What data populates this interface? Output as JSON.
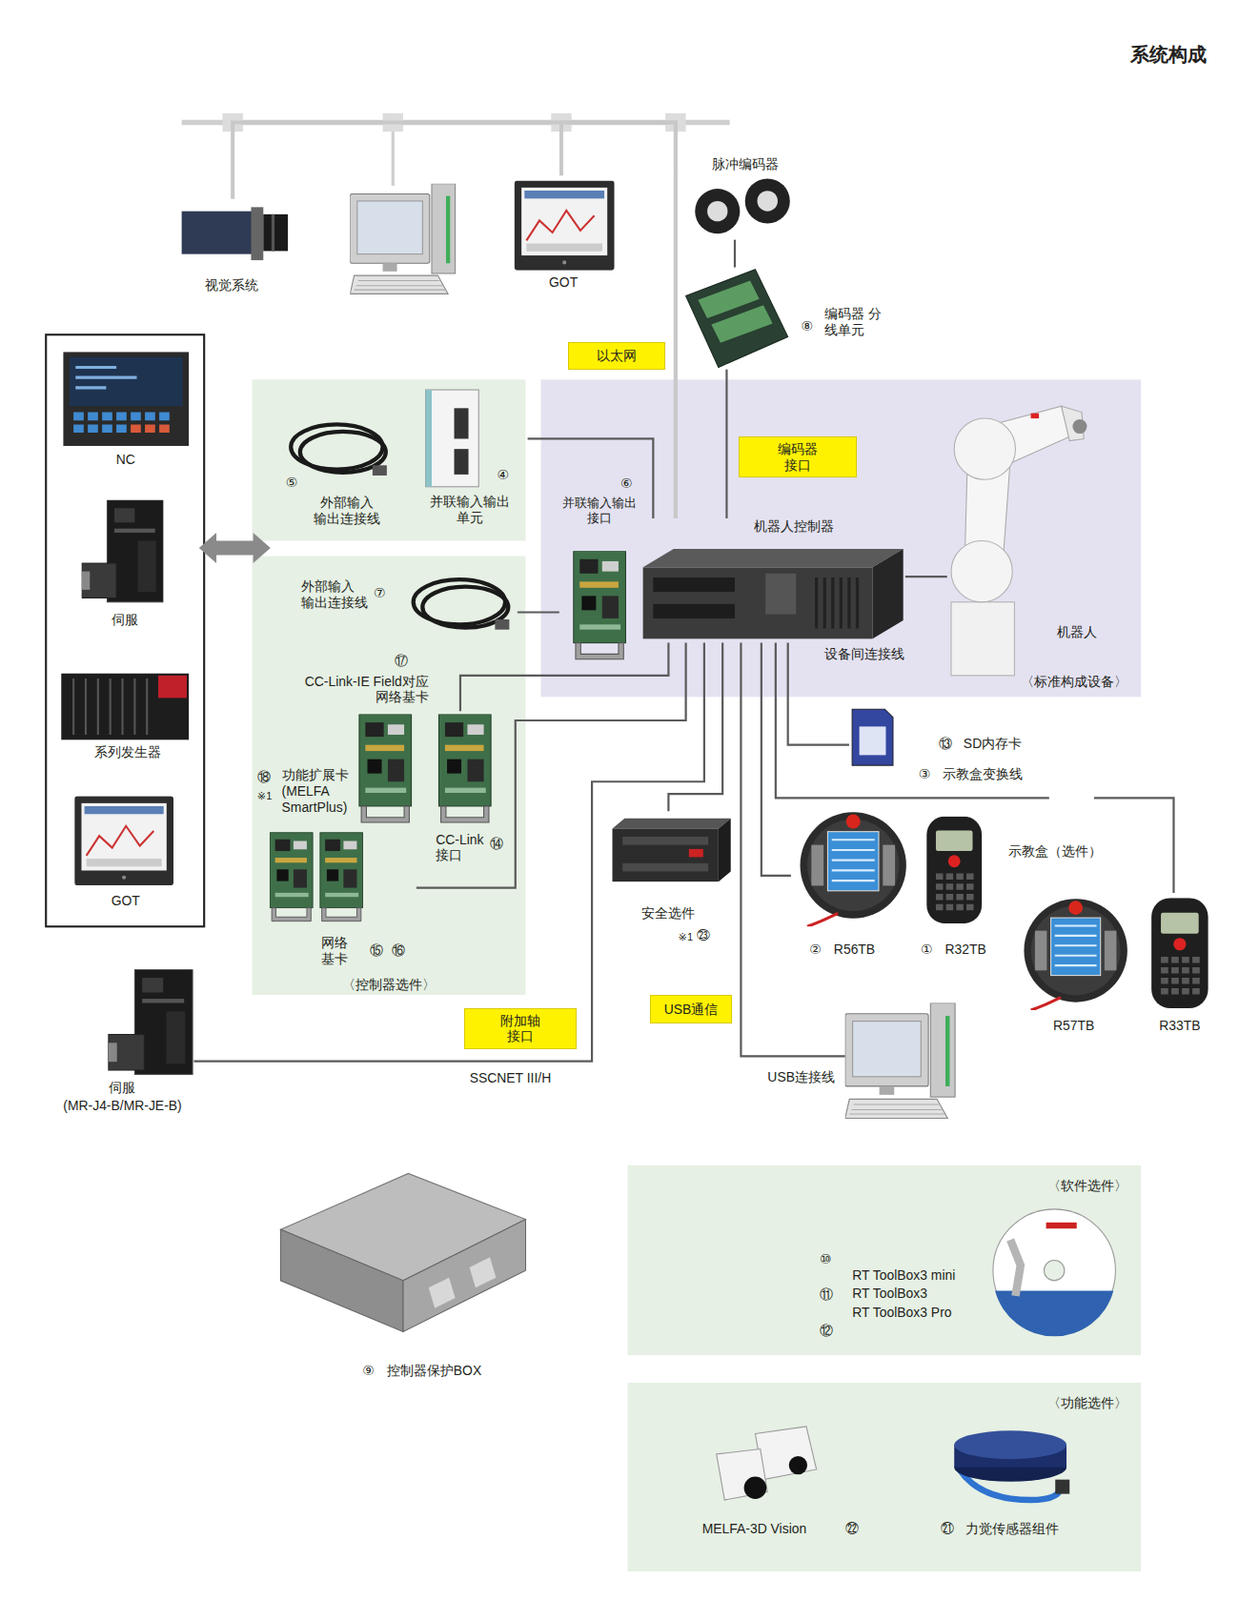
{
  "diagram": {
    "title": "系统构成",
    "nodes": [
      {
        "text": [
          "视觉系统"
        ]
      },
      {
        "text": [
          "GOT"
        ]
      },
      {
        "text": [
          "脉冲编码器"
        ]
      },
      {
        "text": [
          "⑧",
          "编码器 分线单元"
        ]
      },
      {
        "text": [
          "〈标准构成设备〉"
        ]
      },
      {
        "text": [
          "机器人控制器",
          "设备间连接线"
        ],
        "in": 4
      },
      {
        "text": [
          "机器人"
        ],
        "in": 4
      },
      {
        "text": [
          "⑥",
          "并联输入输出 接口"
        ],
        "in": 4
      },
      {
        "text": [
          "④",
          "并联输入输出 单元"
        ]
      },
      {
        "text": [
          "⑤",
          "外部输入 输出连接线"
        ]
      },
      {
        "text": [
          "〈控制器选件〉"
        ]
      },
      {
        "text": [
          "⑦",
          "外部输入 输出连接线"
        ],
        "in": 10
      },
      {
        "text": [
          "⑰",
          "CC-Link-IE Field对应 网络基卡"
        ],
        "in": 10
      },
      {
        "text": [
          "⑭",
          "CC-Link 接口"
        ],
        "in": 10
      },
      {
        "text": [
          "⑱",
          "※1",
          "功能扩展卡 (MELFA SmartPlus)"
        ],
        "in": 10
      },
      {
        "text": [
          "⑮",
          "⑯",
          "网络 基卡"
        ],
        "in": 10
      },
      {
        "text": [
          "NC"
        ]
      },
      {
        "text": [
          "伺服"
        ]
      },
      {
        "text": [
          "系列发生器"
        ]
      },
      {
        "text": [
          "GOT"
        ]
      },
      {
        "text": [
          "伺服",
          "(MR-J4-B/MR-JE-B)"
        ]
      },
      {
        "text": [
          "安全选件",
          "㉓",
          "※1"
        ]
      },
      {
        "text": [
          "⑬",
          "SD内存卡"
        ]
      },
      {
        "text": [
          "③",
          "示教盒变换线"
        ]
      },
      {
        "text": [
          "①",
          "R32TB"
        ]
      },
      {
        "text": [
          "②",
          "R56TB"
        ]
      },
      {
        "text": [
          "R57TB"
        ]
      },
      {
        "text": [
          "R33TB"
        ]
      },
      {
        "text": [
          "USB连接线"
        ]
      },
      {
        "text": [
          "⑨",
          "控制器保护BOX"
        ]
      },
      {
        "text": [
          "〈软件选件〉",
          "⑩",
          "RT ToolBox3 mini",
          "⑪",
          "RT ToolBox3",
          "⑫",
          "RT ToolBox3 Pro"
        ]
      },
      {
        "text": [
          "〈功能选件〉"
        ]
      },
      {
        "text": [
          "㉑",
          "力觉传感器组件"
        ],
        "in": 31
      },
      {
        "text": [
          "㉒",
          "MELFA-3D Vision"
        ],
        "in": 31
      }
    ],
    "edges": [
      {
        "from": 5,
        "to": 0,
        "arrow": "none"
      },
      {
        "from": 5,
        "to": 1,
        "arrow": "none"
      },
      {
        "from": 5,
        "to": 3,
        "arrow": "none"
      },
      {
        "from": 3,
        "to": 2,
        "arrow": "none"
      },
      {
        "from": 8,
        "to": 5,
        "arrow": "none"
      },
      {
        "from": 11,
        "to": 7,
        "arrow": "none"
      },
      {
        "from": 13,
        "to": 5,
        "arrow": "none"
      },
      {
        "from": 15,
        "to": 5,
        "arrow": "none"
      },
      {
        "from": 20,
        "to": 5,
        "label": "SSCNET III/H",
        "arrow": "none"
      },
      {
        "from": 5,
        "to": 21,
        "arrow": "none"
      },
      {
        "from": 5,
        "to": 28,
        "arrow": "none"
      },
      {
        "from": 5,
        "to": 22,
        "arrow": "none"
      },
      {
        "from": 5,
        "to": 23,
        "arrow": "none"
      },
      {
        "from": 23,
        "to": 27,
        "arrow": "none"
      },
      {
        "from": 5,
        "to": 25,
        "arrow": "none"
      },
      {
        "from": 5,
        "to": 6,
        "arrow": "none"
      }
    ],
    "labels": [
      "以太网",
      "编码器 接口",
      "附加轴 接口",
      "USB通信",
      "示教盒（选件）"
    ]
  }
}
